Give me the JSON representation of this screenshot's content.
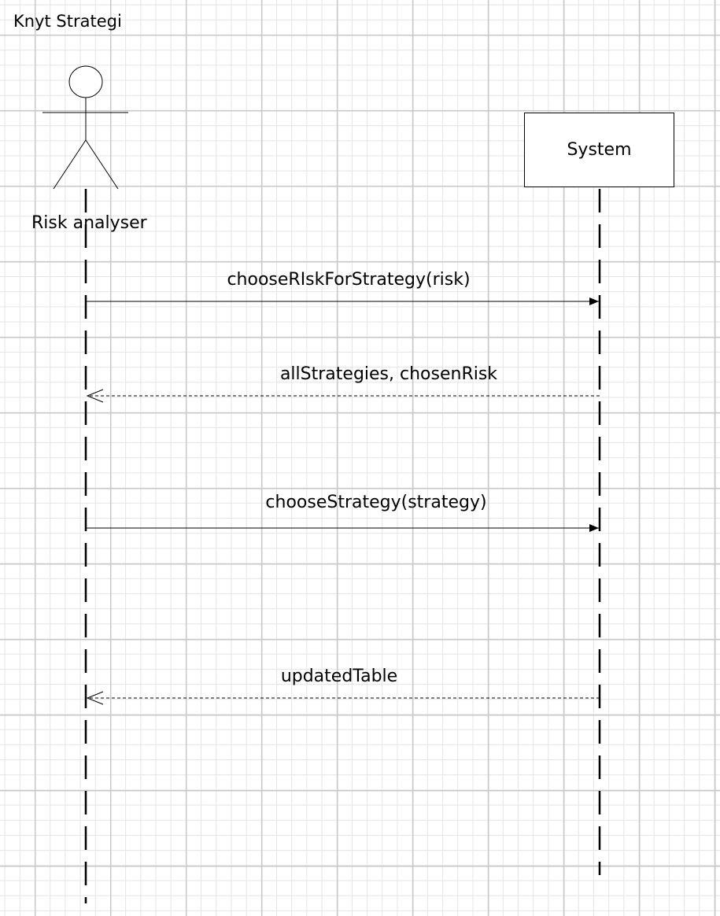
{
  "diagram": {
    "title": "Knyt Strategi",
    "actor": {
      "label": "Risk analyser"
    },
    "participant": {
      "label": "System"
    },
    "messages": [
      {
        "label": "chooseRIskForStrategy(risk)",
        "kind": "synchronous"
      },
      {
        "label": "allStrategies, chosenRisk",
        "kind": "return"
      },
      {
        "label": "chooseStrategy(strategy)",
        "kind": "synchronous"
      },
      {
        "label": "updatedTable",
        "kind": "return"
      }
    ]
  },
  "colors": {
    "line": "#000000",
    "grid_major": "#c8c8c8",
    "grid_minor": "#e4e4e4",
    "background": "#ffffff"
  }
}
